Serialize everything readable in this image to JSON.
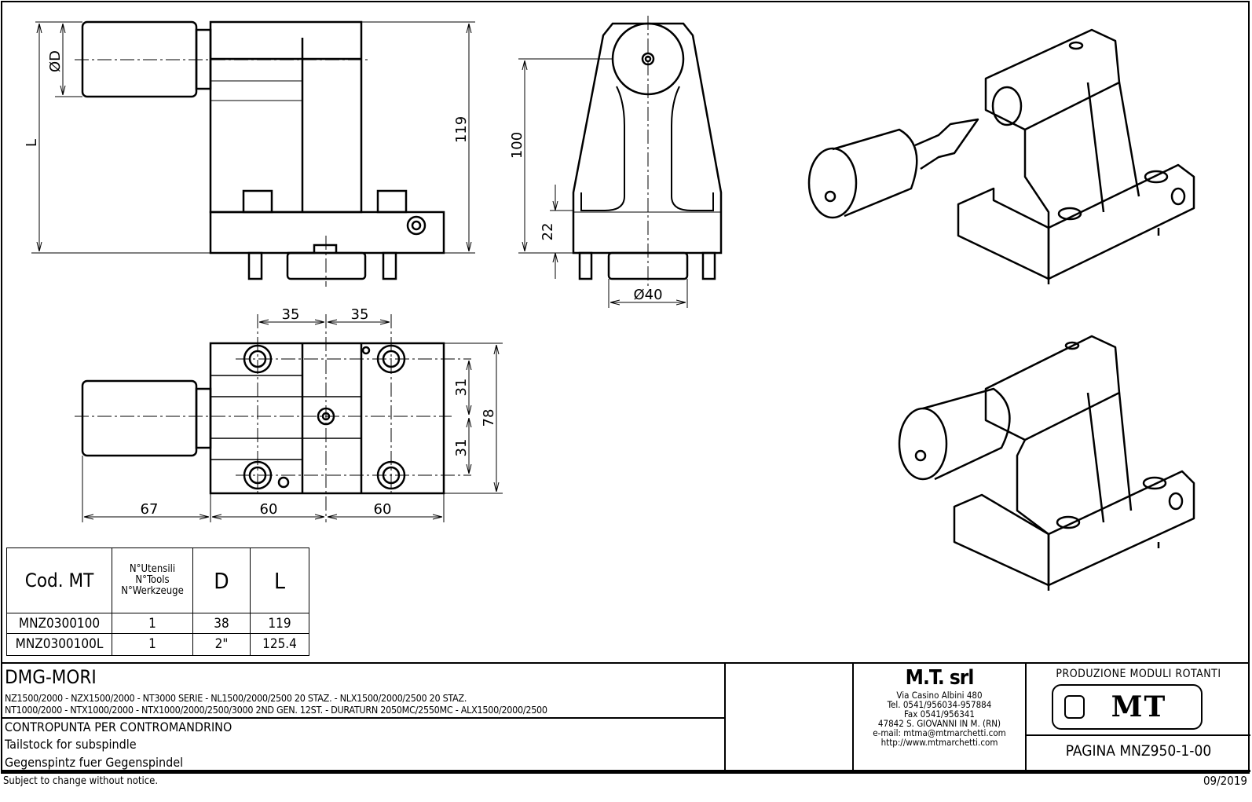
{
  "dimensions": {
    "front": {
      "diameter": "ØD",
      "length": "L",
      "height": "119"
    },
    "side": {
      "height": "100",
      "base": "22",
      "diameter": "Ø40"
    },
    "top": {
      "spacing_left": "35",
      "spacing_right": "35",
      "half_upper": "31",
      "half_lower": "31",
      "width": "78",
      "cylinder": "67",
      "body_left": "60",
      "body_right": "60"
    }
  },
  "table": {
    "headers": {
      "code": "Cod. MT",
      "tools_it": "N°Utensili",
      "tools_en": "N°Tools",
      "tools_de": "N°Werkzeuge",
      "d": "D",
      "l": "L"
    },
    "rows": [
      {
        "code": "MNZ0300100",
        "tools": "1",
        "d": "38",
        "l": "119"
      },
      {
        "code": "MNZ0300100L",
        "tools": "1",
        "d": "2\"",
        "l": "125.4"
      }
    ]
  },
  "title_block": {
    "brand": "DMG-MORI",
    "models_line1": "NZ1500/2000 - NZX1500/2000 - NT3000 SERIE - NL1500/2000/2500 20 STAZ. - NLX1500/2000/2500 20 STAZ.",
    "models_line2": "NT1000/2000 - NTX1000/2000 - NTX1000/2000/2500/3000 2ND GEN. 12ST. - DURATURN 2050MC/2550MC - ALX1500/2000/2500",
    "desc_it": "CONTROPUNTA PER CONTROMANDRINO",
    "desc_en": "Tailstock for subspindle",
    "desc_de": "Gegenspintz fuer Gegenspindel",
    "company": "M.T. srl",
    "address": "Via Casino Albini 480",
    "tel": "Tel. 0541/956034-957884",
    "fax": "Fax 0541/956341",
    "city": "47842 S. GIOVANNI IN M. (RN)",
    "email": "e-mail: mtma@mtmarchetti.com",
    "web": "http://www.mtmarchetti.com",
    "production": "PRODUZIONE MODULI ROTANTI",
    "logo_text": "MT",
    "page": "PAGINA MNZ950-1-00"
  },
  "footer": {
    "notice": "Subject to change without notice.",
    "date": "09/2019"
  }
}
